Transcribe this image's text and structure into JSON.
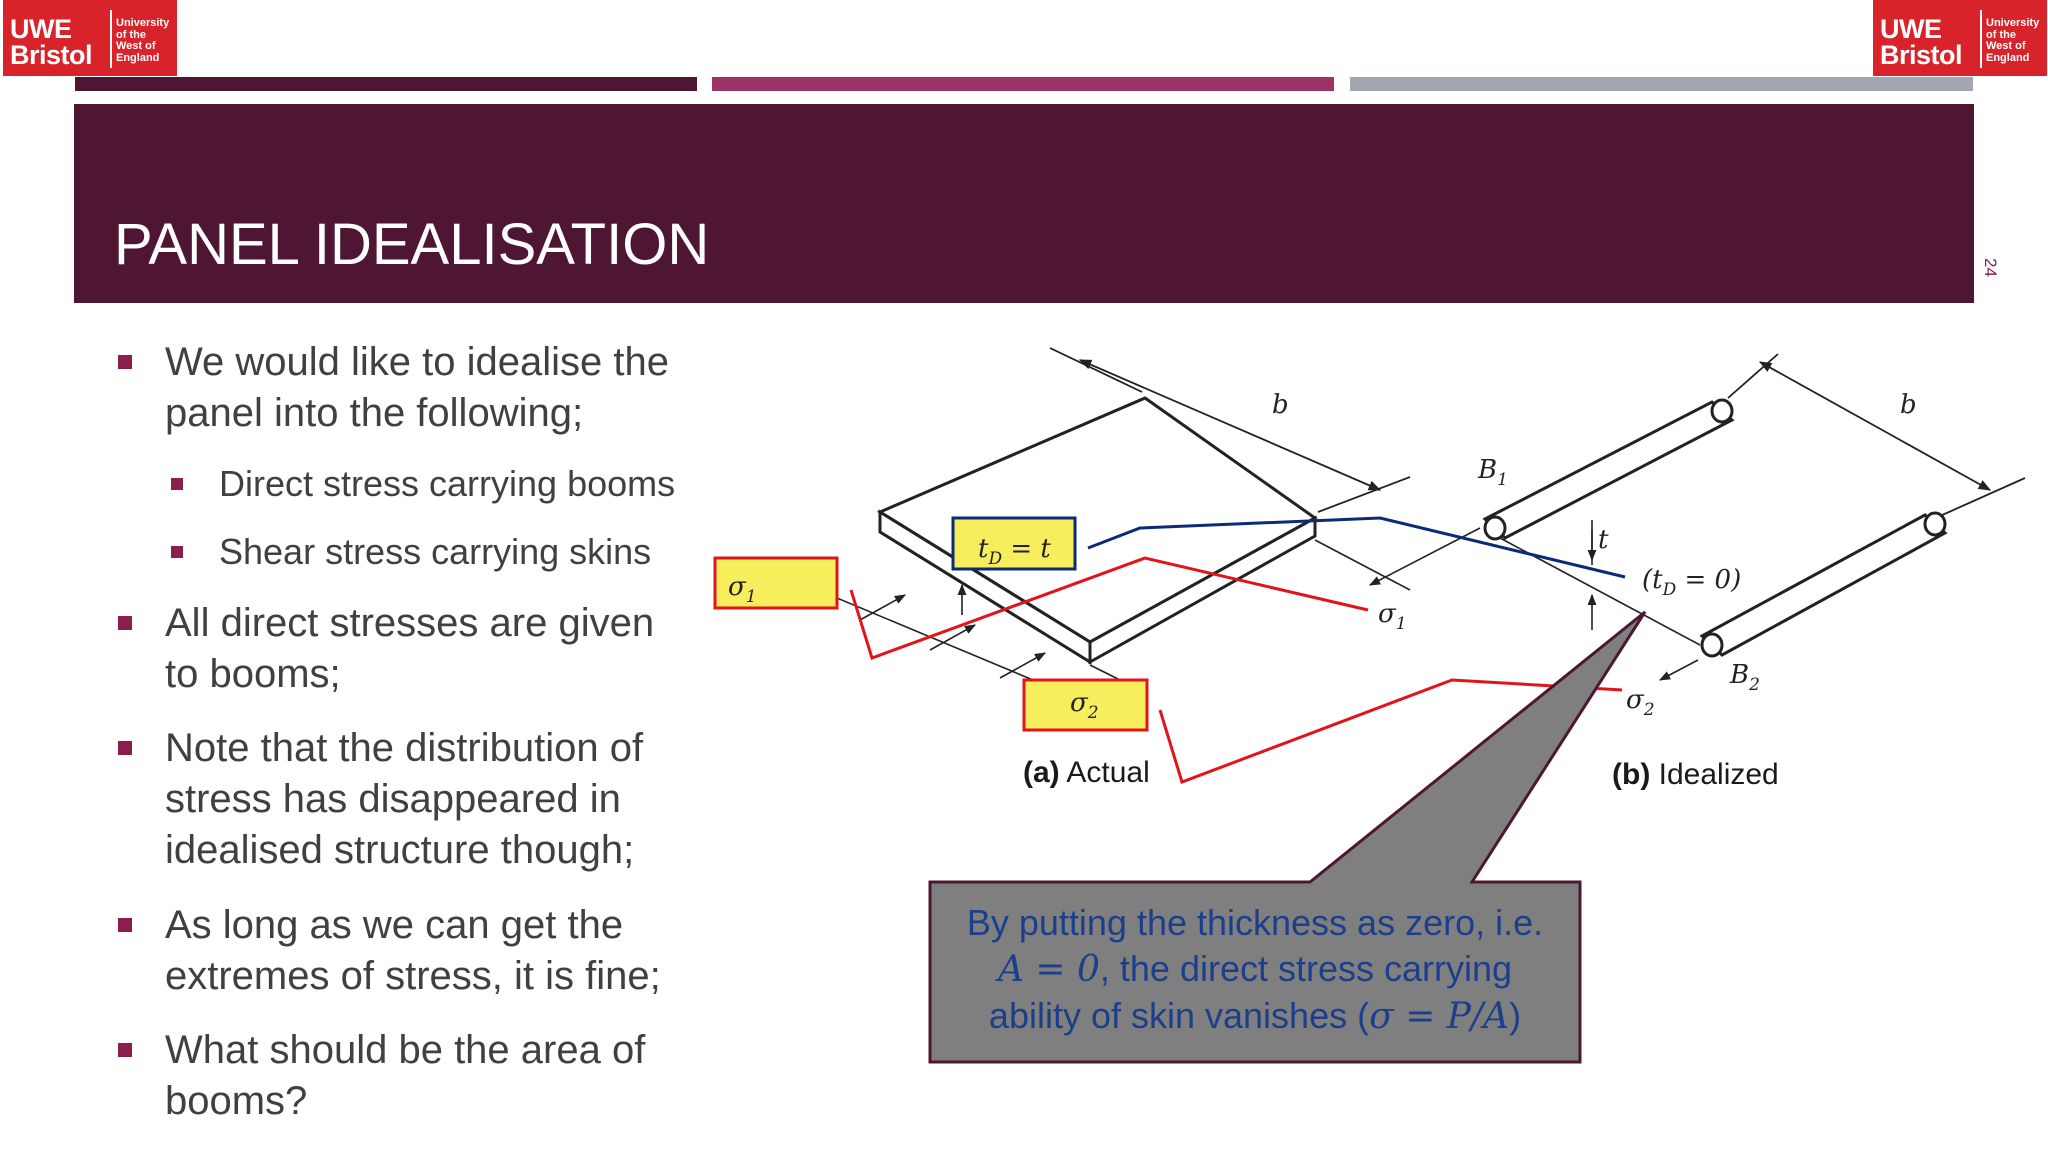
{
  "logos": {
    "left": {
      "uwe": "UWE",
      "bristol": "Bristol",
      "university": "University",
      "ofthe": "of the",
      "westof": "West of",
      "england": "England"
    },
    "right": {
      "uwe": "UWE",
      "bristol": "Bristol",
      "university": "University",
      "ofthe": "of the",
      "westof": "West of",
      "england": "England"
    }
  },
  "colors": {
    "title_band": "#4e1632",
    "bar_1": "#4e1632",
    "bar_2": "#9c3268",
    "bar_3": "#a3a8b0",
    "bullet": "#8b1e4c",
    "highlight": "#f7ee5e",
    "annotation_red": "#e2141b",
    "annotation_blue": "#0b2a78",
    "callout_fill": "#7f7f7f"
  },
  "slide": {
    "title": "PANEL IDEALISATION",
    "page_number": "24"
  },
  "bullets": [
    {
      "level": 1,
      "text_1": "We would like to idealise the",
      "text_2": "panel into the following;"
    },
    {
      "level": 2,
      "text": "Direct stress carrying booms"
    },
    {
      "level": 2,
      "text": "Shear stress carrying skins"
    },
    {
      "level": 1,
      "text_1": "All direct stresses are given",
      "text_2": "to booms;"
    },
    {
      "level": 1,
      "text_1": "Note that the distribution of",
      "text_2": "stress has disappeared in",
      "text_3": "idealised structure though;"
    },
    {
      "level": 1,
      "text_1": "As long as we can get the",
      "text_2": "extremes of stress, it is fine;"
    },
    {
      "level": 1,
      "text_1": "What should be the area of",
      "text_2": "booms?"
    }
  ],
  "figure": {
    "label_b_left": "b",
    "label_b_right": "b",
    "label_sigma1_box": "σ",
    "label_sigma1_box_sub": "1",
    "label_tD": "t",
    "label_tD_sub": "D",
    "label_tD_eq": " = t",
    "label_sigma1": "σ",
    "label_sigma1_sub": "1",
    "label_sigma2_box": "σ",
    "label_sigma2_box_sub": "2",
    "label_B1": "B",
    "label_B1_sub": "1",
    "label_B2": "B",
    "label_B2_sub": "2",
    "label_t": "t",
    "label_tD0_open": "(t",
    "label_tD0_sub": "D",
    "label_tD0_close": " = 0)",
    "label_sigma2": "σ",
    "label_sigma2_sub": "2",
    "caption_a_bold": "(a)",
    "caption_a": " Actual",
    "caption_b_bold": "(b)",
    "caption_b": " Idealized"
  },
  "callout": {
    "line1": "By putting the thickness as zero, i.e.",
    "line2_math": "A = 0",
    "line2_rest": ", the direct stress carrying",
    "line3_pre": "ability of skin vanishes (",
    "line3_math": "σ = P/A",
    "line3_post": ")"
  }
}
